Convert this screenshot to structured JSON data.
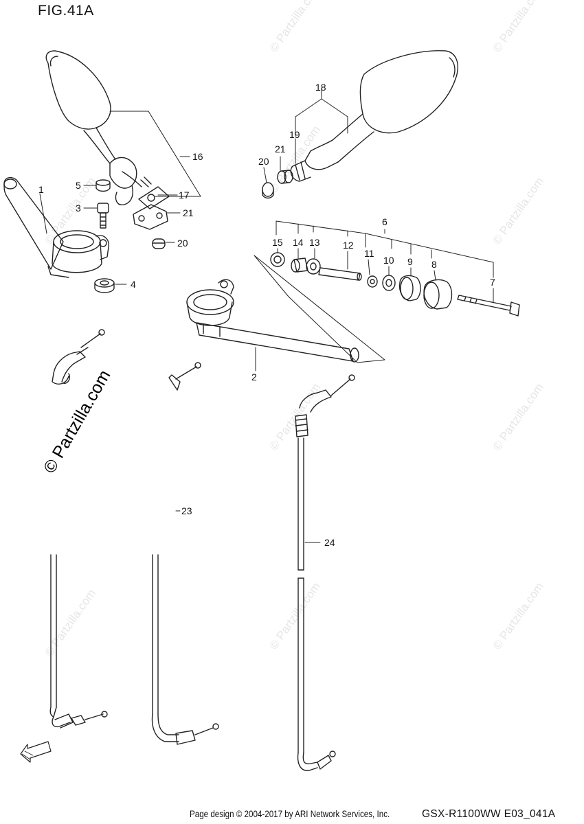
{
  "figure": {
    "title": "FIG.41A"
  },
  "watermark": {
    "text": "© Partzilla.com"
  },
  "copyright_overlay": {
    "text": "© Partzilla.com"
  },
  "footer": {
    "credit": "Page design © 2004-2017 by ARI Network Services, Inc.",
    "model_code": "GSX-R1100WW   E03_041A"
  },
  "callouts": [
    "1",
    "2",
    "3",
    "4",
    "5",
    "6",
    "7",
    "8",
    "9",
    "10",
    "11",
    "12",
    "13",
    "14",
    "15",
    "16",
    "17",
    "18",
    "19",
    "20",
    "21",
    "20",
    "21",
    "23",
    "24"
  ],
  "icons": {
    "fwd_arrow": "fwd-arrow-icon"
  }
}
